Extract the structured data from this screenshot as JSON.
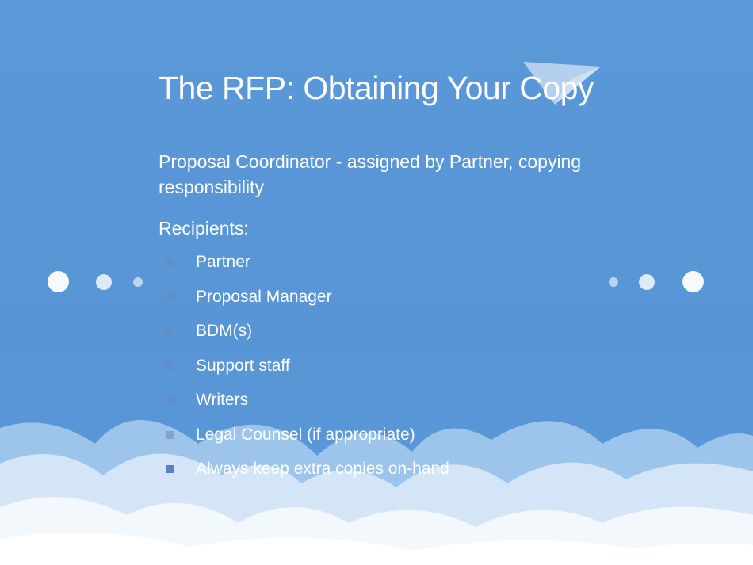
{
  "title": "The RFP: Obtaining Your Copy",
  "coordinator_line": "Proposal Coordinator - assigned by Partner, copying responsibility",
  "recipients_heading": "Recipients:",
  "recipients": [
    "Partner",
    "Proposal Manager",
    "BDM(s)",
    "Support staff",
    "Writers",
    "Legal Counsel (if appropriate)",
    "Always keep extra copies on-hand"
  ],
  "colors": {
    "background": "#5795d6",
    "text": "#ffffff",
    "bullet": "#6d86bf"
  },
  "icons": [
    "paper-plane-icon",
    "cloud-bank",
    "decorative-dots"
  ]
}
